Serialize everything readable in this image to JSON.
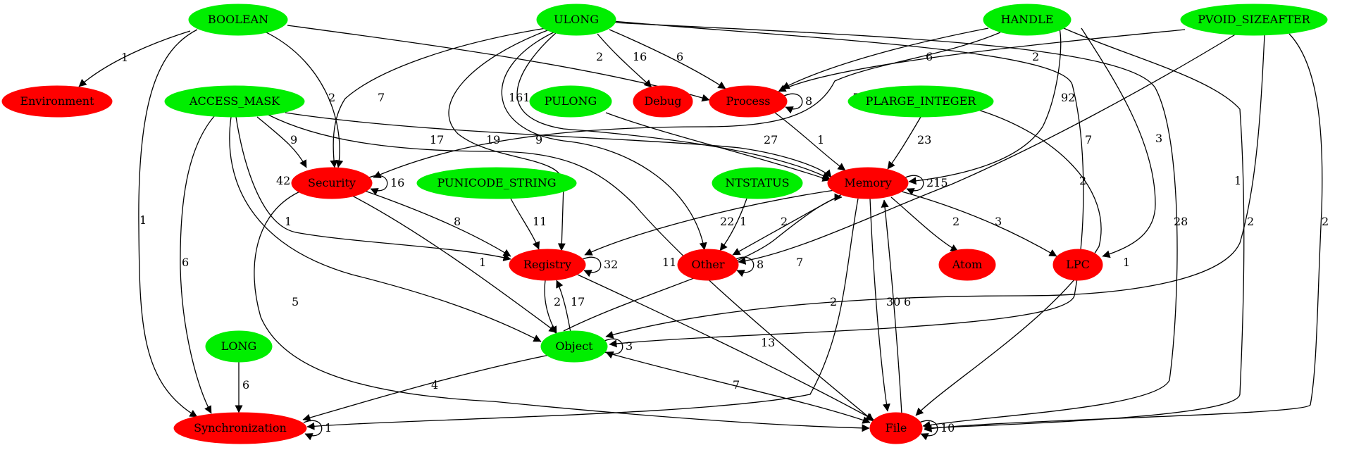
{
  "colors": {
    "type_node": "#00ee00",
    "category_node": "#ff0000",
    "edge": "#000000"
  },
  "nodes": [
    {
      "id": "BOOLEAN",
      "label": "BOOLEAN",
      "kind": "type"
    },
    {
      "id": "ULONG",
      "label": "ULONG",
      "kind": "type"
    },
    {
      "id": "HANDLE",
      "label": "HANDLE",
      "kind": "type"
    },
    {
      "id": "PVOID_SIZEAFTER",
      "label": "PVOID_SIZEAFTER",
      "kind": "type"
    },
    {
      "id": "Environment",
      "label": "Environment",
      "kind": "category"
    },
    {
      "id": "ACCESS_MASK",
      "label": "ACCESS_MASK",
      "kind": "type"
    },
    {
      "id": "PULONG",
      "label": "PULONG",
      "kind": "type"
    },
    {
      "id": "Debug",
      "label": "Debug",
      "kind": "category"
    },
    {
      "id": "Process",
      "label": "Process",
      "kind": "category"
    },
    {
      "id": "PLARGE_INTEGER",
      "label": "PLARGE_INTEGER",
      "kind": "type"
    },
    {
      "id": "Security",
      "label": "Security",
      "kind": "category"
    },
    {
      "id": "PUNICODE_STRING",
      "label": "PUNICODE_STRING",
      "kind": "type"
    },
    {
      "id": "NTSTATUS",
      "label": "NTSTATUS",
      "kind": "type"
    },
    {
      "id": "Memory",
      "label": "Memory",
      "kind": "category"
    },
    {
      "id": "Registry",
      "label": "Registry",
      "kind": "category"
    },
    {
      "id": "Other",
      "label": "Other",
      "kind": "category"
    },
    {
      "id": "Atom",
      "label": "Atom",
      "kind": "category"
    },
    {
      "id": "LPC",
      "label": "LPC",
      "kind": "category"
    },
    {
      "id": "LONG",
      "label": "LONG",
      "kind": "type"
    },
    {
      "id": "Object",
      "label": "Object",
      "kind": "type"
    },
    {
      "id": "Synchronization",
      "label": "Synchronization",
      "kind": "category"
    },
    {
      "id": "File",
      "label": "File",
      "kind": "category"
    }
  ],
  "edges": [
    {
      "from": "BOOLEAN",
      "to": "Environment",
      "label": "1"
    },
    {
      "from": "BOOLEAN",
      "to": "Process",
      "label": "2"
    },
    {
      "from": "BOOLEAN",
      "to": "Security",
      "label": "2"
    },
    {
      "from": "BOOLEAN",
      "to": "Synchronization",
      "label": "1"
    },
    {
      "from": "ULONG",
      "to": "Debug",
      "label": "16"
    },
    {
      "from": "ULONG",
      "to": "Process",
      "label": "6"
    },
    {
      "from": "ULONG",
      "to": "Security",
      "label": "7"
    },
    {
      "from": "ULONG",
      "to": "Memory",
      "label": "161"
    },
    {
      "from": "ULONG",
      "to": "Registry",
      "label": "19"
    },
    {
      "from": "ULONG",
      "to": "Other",
      "label": "9"
    },
    {
      "from": "ULONG",
      "to": "Object",
      "label": "2"
    },
    {
      "from": "ULONG",
      "to": "File",
      "label": "28"
    },
    {
      "from": "HANDLE",
      "to": "Process",
      "label": "6"
    },
    {
      "from": "HANDLE",
      "to": "Security",
      "label": "5"
    },
    {
      "from": "HANDLE",
      "to": "Memory",
      "label": "92"
    },
    {
      "from": "HANDLE",
      "to": "LPC",
      "label": "3"
    },
    {
      "from": "HANDLE",
      "to": "File",
      "label": "2"
    },
    {
      "from": "PVOID_SIZEAFTER",
      "to": "Process",
      "label": "2"
    },
    {
      "from": "PVOID_SIZEAFTER",
      "to": "Other",
      "label": "7"
    },
    {
      "from": "PVOID_SIZEAFTER",
      "to": "Object",
      "label": "1"
    },
    {
      "from": "PVOID_SIZEAFTER",
      "to": "File",
      "label": "2"
    },
    {
      "from": "ACCESS_MASK",
      "to": "Security",
      "label": "9"
    },
    {
      "from": "ACCESS_MASK",
      "to": "Memory",
      "label": "17"
    },
    {
      "from": "ACCESS_MASK",
      "to": "Registry",
      "label": "42"
    },
    {
      "from": "ACCESS_MASK",
      "to": "Object",
      "label": "1"
    },
    {
      "from": "ACCESS_MASK",
      "to": "Synchronization",
      "label": "6"
    },
    {
      "from": "ACCESS_MASK",
      "to": "File",
      "label": "11"
    },
    {
      "from": "PULONG",
      "to": "Memory",
      "label": "27"
    },
    {
      "from": "Process",
      "to": "Process",
      "label": "8"
    },
    {
      "from": "Process",
      "to": "Memory",
      "label": "1"
    },
    {
      "from": "PLARGE_INTEGER",
      "to": "Memory",
      "label": "23"
    },
    {
      "from": "PLARGE_INTEGER",
      "to": "File",
      "label": "1"
    },
    {
      "from": "Security",
      "to": "Security",
      "label": "16"
    },
    {
      "from": "Security",
      "to": "Registry",
      "label": "8"
    },
    {
      "from": "Security",
      "to": "Object",
      "label": "1"
    },
    {
      "from": "Security",
      "to": "File",
      "label": "5"
    },
    {
      "from": "PUNICODE_STRING",
      "to": "Registry",
      "label": "11"
    },
    {
      "from": "NTSTATUS",
      "to": "Other",
      "label": "1"
    },
    {
      "from": "Memory",
      "to": "Memory",
      "label": "215"
    },
    {
      "from": "Memory",
      "to": "Registry",
      "label": "22"
    },
    {
      "from": "Memory",
      "to": "Other",
      "label": "2"
    },
    {
      "from": "Memory",
      "to": "Atom",
      "label": "2"
    },
    {
      "from": "Memory",
      "to": "LPC",
      "label": "3"
    },
    {
      "from": "Memory",
      "to": "Synchronization",
      "label": "2"
    },
    {
      "from": "Memory",
      "to": "File",
      "label": "30"
    },
    {
      "from": "Registry",
      "to": "Registry",
      "label": "32"
    },
    {
      "from": "Registry",
      "to": "Object",
      "label": "2"
    },
    {
      "from": "Registry",
      "to": "File",
      "label": "13"
    },
    {
      "from": "Other",
      "to": "Other",
      "label": "8"
    },
    {
      "from": "LONG",
      "to": "Synchronization",
      "label": "6"
    },
    {
      "from": "Object",
      "to": "Object",
      "label": "3"
    },
    {
      "from": "Object",
      "to": "Registry",
      "label": "17"
    },
    {
      "from": "Object",
      "to": "Memory",
      "label": "7"
    },
    {
      "from": "Object",
      "to": "Synchronization",
      "label": "4"
    },
    {
      "from": "Object",
      "to": "File",
      "label": "7"
    },
    {
      "from": "Synchronization",
      "to": "Synchronization",
      "label": "1"
    },
    {
      "from": "File",
      "to": "File",
      "label": "10"
    },
    {
      "from": "File",
      "to": "Memory",
      "label": "6"
    }
  ]
}
